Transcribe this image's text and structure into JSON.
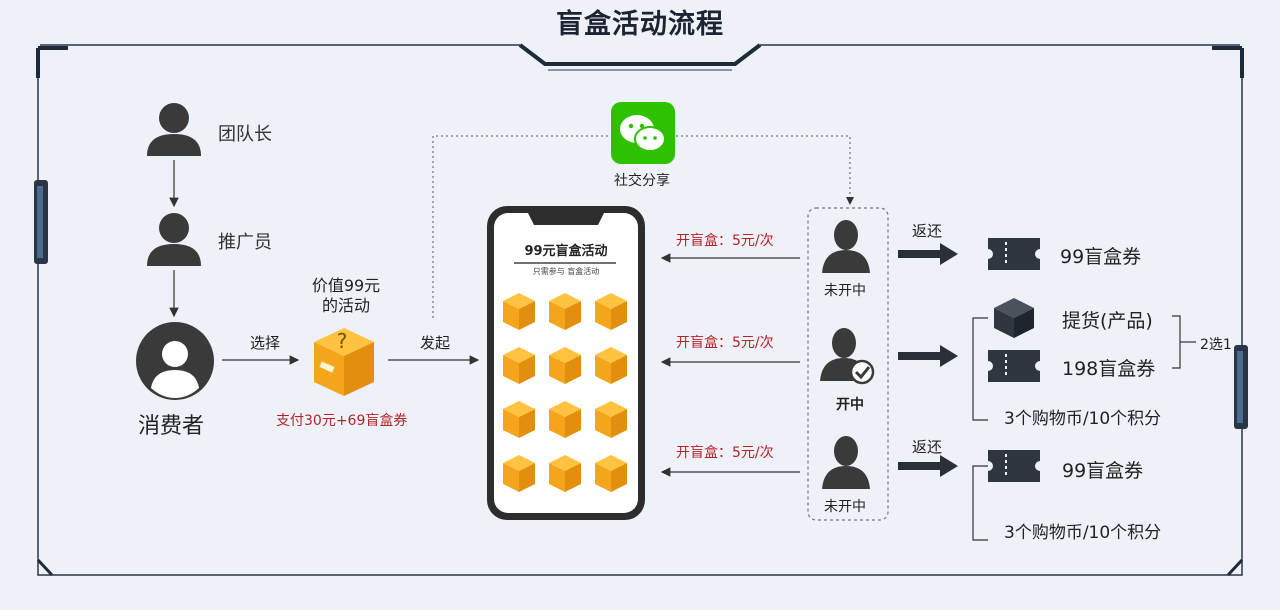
{
  "title": "盲盒活动流程",
  "roles": {
    "leader": "团队长",
    "promoter": "推广员",
    "consumer": "消费者"
  },
  "choose_label": "选择",
  "box": {
    "value_line1": "价值99元",
    "value_line2": "的活动",
    "pay": "支付30元+69盲盒券"
  },
  "launch_label": "发起",
  "social_share": "社交分享",
  "phone": {
    "screen_title": "99元盲盒活动",
    "screen_subtitle": "只需参与  盲盒活动",
    "box_count": 12
  },
  "open_labels": [
    "开盲盒：5元/次",
    "开盲盒：5元/次",
    "开盲盒：5元/次"
  ],
  "outcomes": [
    "未开中",
    "开中",
    "未开中"
  ],
  "return_label": "返还",
  "rewards": {
    "top": "99盲盒券",
    "mid_pickup": "提货(产品)",
    "mid_coupon": "198盲盒券",
    "choose_one": "2选1",
    "mid_coin": "3个购物币/10个积分",
    "bottom_coupon": "99盲盒券",
    "bottom_coin": "3个购物币/10个积分"
  },
  "colors": {
    "frame": "#1f2a3a",
    "box_orange": "#f4a51c",
    "wechat_green": "#2dc100",
    "red_text": "#b5222a"
  }
}
